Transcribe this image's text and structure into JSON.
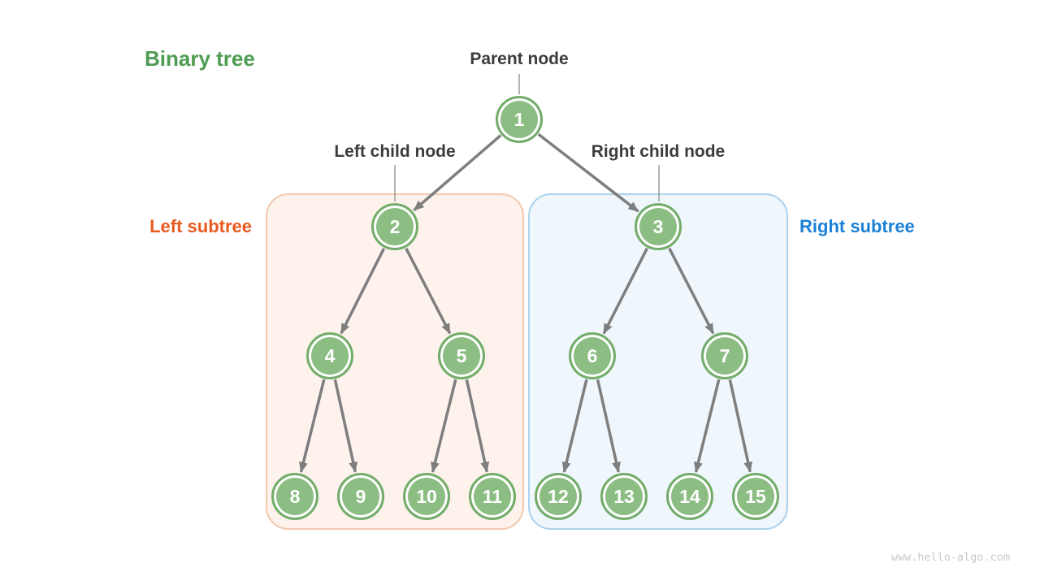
{
  "title": {
    "label": "Binary tree"
  },
  "annotations": {
    "parent_node": "Parent node",
    "left_child_node": "Left child node",
    "right_child_node": "Right child node",
    "left_subtree": "Left subtree",
    "right_subtree": "Right subtree"
  },
  "watermark": "www.hello-algo.com",
  "colors": {
    "title_green": "#4E9C52",
    "left_subtree_text": "#E85A1F",
    "right_subtree_text": "#1B80D6",
    "label_text": "#3C3C3C",
    "node_fill": "#8CBE84",
    "node_border": "#74AD6B",
    "node_text": "#FFFFFF",
    "arrow": "#7E7E7E",
    "pointer_line": "#9B9B9B",
    "left_box_fill": "#FDF3EC",
    "left_box_border": "#F2C9AE",
    "right_box_fill": "#EFF6FC",
    "right_box_border": "#ABD2EC",
    "watermark": "#C9C9C9"
  },
  "tree": {
    "nodes": [
      {
        "id": 1,
        "value": "1"
      },
      {
        "id": 2,
        "value": "2"
      },
      {
        "id": 3,
        "value": "3"
      },
      {
        "id": 4,
        "value": "4"
      },
      {
        "id": 5,
        "value": "5"
      },
      {
        "id": 6,
        "value": "6"
      },
      {
        "id": 7,
        "value": "7"
      },
      {
        "id": 8,
        "value": "8"
      },
      {
        "id": 9,
        "value": "9"
      },
      {
        "id": 10,
        "value": "10"
      },
      {
        "id": 11,
        "value": "11"
      },
      {
        "id": 12,
        "value": "12"
      },
      {
        "id": 13,
        "value": "13"
      },
      {
        "id": 14,
        "value": "14"
      },
      {
        "id": 15,
        "value": "15"
      }
    ],
    "edges": [
      [
        1,
        2
      ],
      [
        1,
        3
      ],
      [
        2,
        4
      ],
      [
        2,
        5
      ],
      [
        3,
        6
      ],
      [
        3,
        7
      ],
      [
        4,
        8
      ],
      [
        4,
        9
      ],
      [
        5,
        10
      ],
      [
        5,
        11
      ],
      [
        6,
        12
      ],
      [
        6,
        13
      ],
      [
        7,
        14
      ],
      [
        7,
        15
      ]
    ],
    "left_subtree_node_ids": [
      2,
      4,
      5,
      8,
      9,
      10,
      11
    ],
    "right_subtree_node_ids": [
      3,
      6,
      7,
      12,
      13,
      14,
      15
    ]
  }
}
